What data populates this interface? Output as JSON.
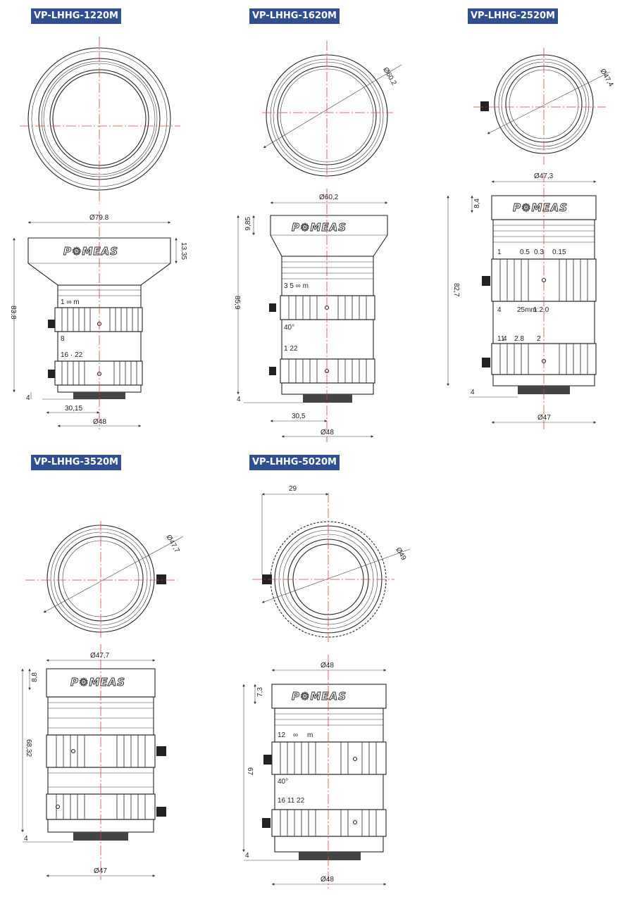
{
  "brand": "P⚙MEAS",
  "lenses": [
    {
      "model": "VP-LHHG-1220M",
      "dims": {
        "front_diameter": "Ø79.8",
        "hood_height": "13.35",
        "length": "83.8",
        "flange": "4",
        "back_focal": "30,15",
        "body_diameter": "Ø48"
      },
      "scale_labels": [
        "1 ∞ m",
        "8",
        "16 · 22"
      ]
    },
    {
      "model": "VP-LHHG-1620M",
      "dims": {
        "front_circle": "Ø60.2",
        "front_diameter": "Ø60,2",
        "hood_height": "9,85",
        "length": "85,9",
        "flange": "4",
        "back_focal": "30,5",
        "body_diameter": "Ø48"
      },
      "scale_labels": [
        "3 5 ∞ m",
        "40°",
        "1 22"
      ]
    },
    {
      "model": "VP-LHHG-2520M",
      "dims": {
        "front_circle": "Ø47,4",
        "front_diameter": "Ø47,3",
        "top_height": "8,4",
        "length": "82,7",
        "flange": "4",
        "body_diameter": "Ø47"
      },
      "scale_labels": [
        "0.15",
        "0.3",
        "0.5",
        "1",
        "25mm",
        "1:2.0",
        "4",
        "11",
        "4",
        "2.8",
        "2"
      ]
    },
    {
      "model": "VP-LHHG-3520M",
      "dims": {
        "front_circle": "Ø47,7",
        "front_diameter": "Ø47,7",
        "top_height": "8,8",
        "length": "68,32",
        "flange": "4",
        "body_diameter": "Ø47"
      }
    },
    {
      "model": "VP-LHHG-5020M",
      "dims": {
        "screw_offset": "29",
        "front_circle": "Ø49",
        "front_diameter": "Ø48",
        "top_height": "7,3",
        "length": "67",
        "flange": "4",
        "body_diameter": "Ø48"
      },
      "scale_labels": [
        "12",
        "∞",
        "m",
        "40°",
        "16 11 22"
      ]
    }
  ]
}
